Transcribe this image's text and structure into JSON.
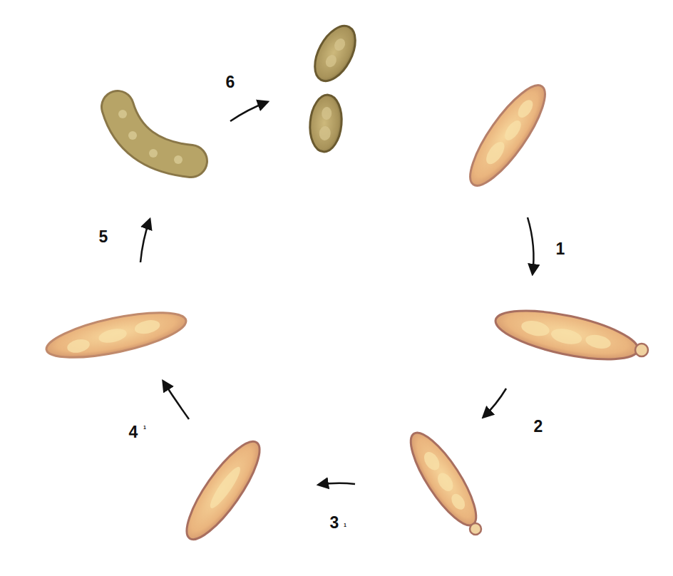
{
  "diagram": {
    "labels": [
      "1",
      "2",
      "3",
      "1",
      "4",
      "1",
      "5",
      "6"
    ]
  }
}
